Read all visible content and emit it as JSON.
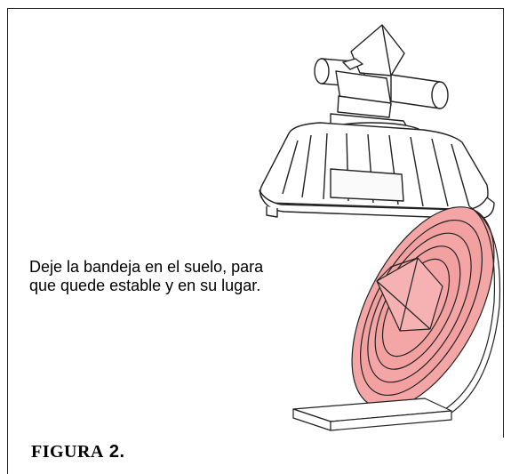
{
  "instruction": {
    "text": "Deje la bandeja en el suelo, para\nque quede estable y en su lugar."
  },
  "figure": {
    "label": "FIGURA",
    "number": "2."
  },
  "illustration": {
    "feeder_icon": "feeder-dome-icon",
    "tray_icon": "feeding-tray-icon",
    "base_icon": "floor-block-icon",
    "tray_color": "#f4a6a6",
    "line_color": "#222222"
  }
}
